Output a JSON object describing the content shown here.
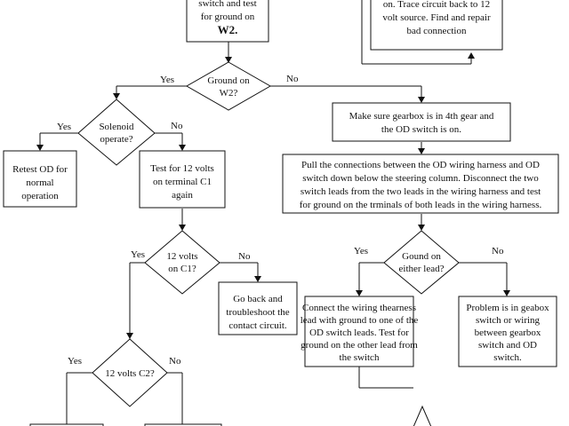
{
  "nodes": {
    "top_left_box": {
      "lines": [
        "switch and test",
        "for ground on",
        "W2."
      ]
    },
    "top_right_box": {
      "lines": [
        "on. Trace circuit back to 12",
        "volt source.  Find and repair",
        "bad connection"
      ]
    },
    "ground_w2": {
      "lines": [
        "Ground on",
        "W2?"
      ]
    },
    "solenoid": {
      "lines": [
        "Solenoid",
        "operate?"
      ]
    },
    "retest_od": {
      "lines": [
        "Retest OD for",
        "normal",
        "operation"
      ]
    },
    "test_12v_c1": {
      "lines": [
        "Test for 12 volts",
        "on terminal C1",
        "again"
      ]
    },
    "twelve_v_c1": {
      "lines": [
        "12 volts",
        "on C1?"
      ]
    },
    "go_back": {
      "lines": [
        "Go back and",
        "troubleshoot the",
        "contact circuit."
      ]
    },
    "twelve_v_c2": {
      "lines": [
        "12 volts C2?"
      ]
    },
    "gearbox_4th": {
      "lines": [
        "Make sure gearbox is in 4th gear and",
        "the OD switch is on."
      ]
    },
    "pull_connections": {
      "lines": [
        "Pull the connections between the OD wiring harness and OD",
        "switch down below the steering column.  Disconnect the two",
        "switch leads from the two leads in the wiring harness and test",
        "for ground on the trminals of both leads in the wiring harness."
      ]
    },
    "ground_either": {
      "lines": [
        "Gound on",
        "either lead?"
      ]
    },
    "connect_harness": {
      "lines": [
        "Connect the wiring thearness",
        "lead with ground to one of the",
        "OD switch leads.  Test for",
        "ground on the other lead from",
        "the switch"
      ]
    },
    "problem_gearbox": {
      "lines": [
        "Problem is in geabox",
        "switch or wiring",
        "between gearbox",
        "switch and OD",
        "switch."
      ]
    }
  },
  "labels": {
    "w2_yes": "Yes",
    "w2_no": "No",
    "sol_yes": "Yes",
    "sol_no": "No",
    "c1_yes": "Yes",
    "c1_no": "No",
    "c2_yes": "Yes",
    "c2_no": "No",
    "either_yes": "Yes",
    "either_no": "No"
  }
}
